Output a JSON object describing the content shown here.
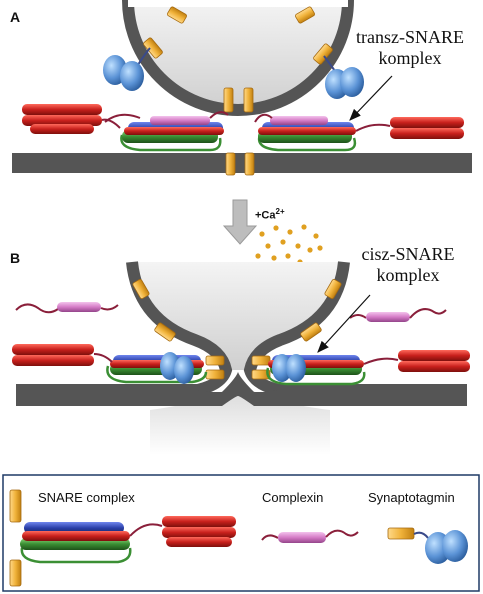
{
  "panels": {
    "a": "A",
    "b": "B"
  },
  "callouts": {
    "trans_line1": "transz-SNARE",
    "trans_line2": "komplex",
    "cis_line1": "cisz-SNARE",
    "cis_line2": "komplex"
  },
  "calcium": {
    "prefix": "+Ca",
    "sup": "2+"
  },
  "legend": {
    "snare_complex": "SNARE complex",
    "complexin": "Complexin",
    "synaptotagmin": "Synaptotagmin"
  },
  "colors": {
    "membrane": "#555555",
    "vesicle_fill": "#d9d9d9",
    "snare_blue": "#2a3fa8",
    "snare_red": "#c8201c",
    "snare_green": "#3b8f34",
    "complexin_pink": "#d57bc6",
    "complexin_tail": "#8a1f3a",
    "synaptotagmin_orange": "#f0b23a",
    "synaptotagmin_blue": "#5b93d6",
    "calcium_dot": "#e0a020"
  }
}
